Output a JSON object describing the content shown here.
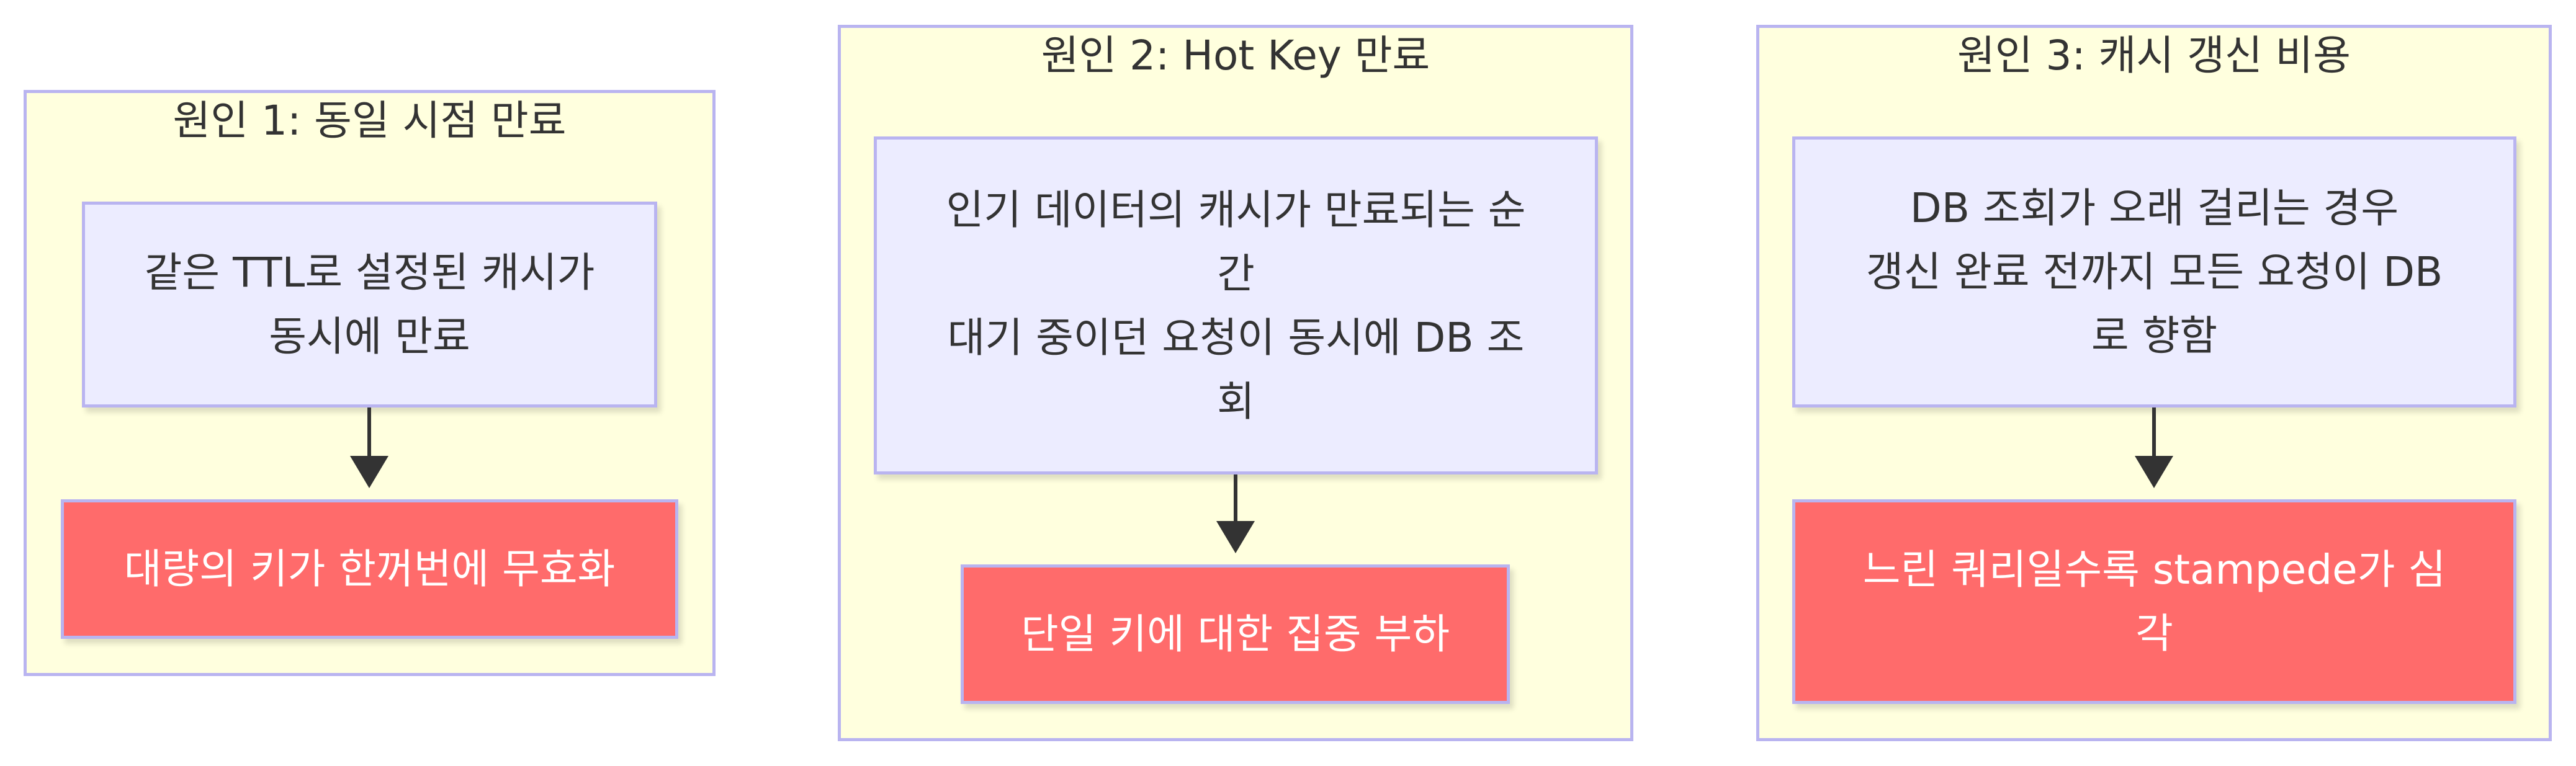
{
  "diagram": {
    "clusters": [
      {
        "title": "원인 1: 동일 시점 만료",
        "cause": "같은 TTL로 설정된 캐시가\n동시에 만료",
        "effect": "대량의 키가 한꺼번에 무효화"
      },
      {
        "title": "원인 2: Hot Key 만료",
        "cause": "인기 데이터의 캐시가 만료되는 순\n간\n대기 중이던 요청이 동시에 DB 조\n회",
        "effect": "단일 키에 대한 집중 부하"
      },
      {
        "title": "원인 3: 캐시 갱신 비용",
        "cause": "DB 조회가 오래 걸리는 경우\n갱신 완료 전까지 모든 요청이 DB\n로 향함",
        "effect": "느린 쿼리일수록 stampede가 심\n각"
      }
    ],
    "colors": {
      "cluster_fill": "#ffffde",
      "cluster_border": "#b9b4f0",
      "process_fill": "#ececff",
      "problem_fill": "#ff6b6b",
      "edge": "#333333"
    }
  }
}
